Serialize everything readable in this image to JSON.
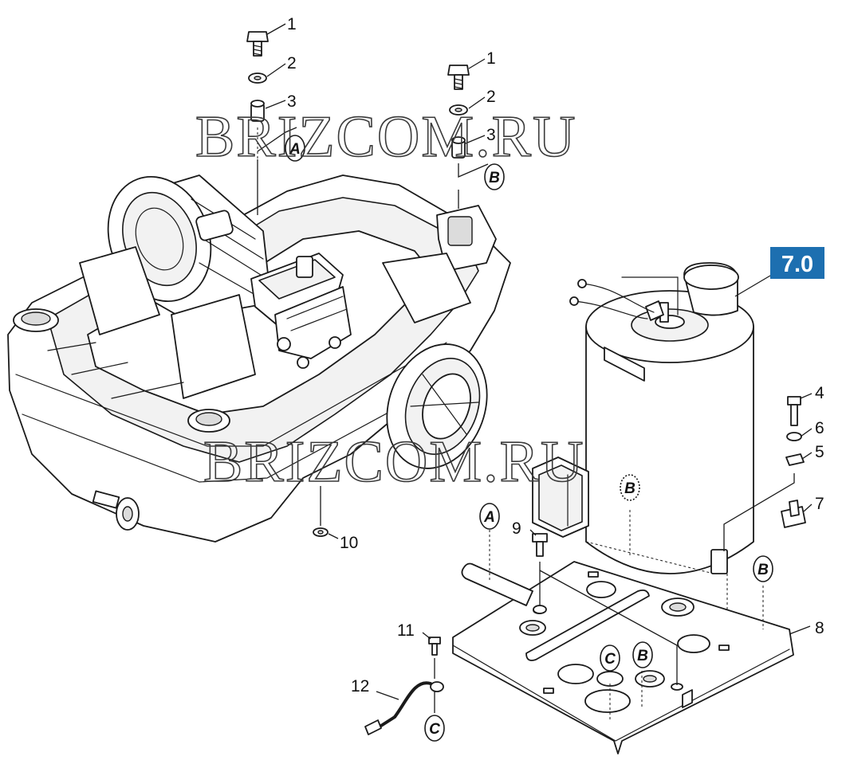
{
  "watermark": "BRIZCOM.RU",
  "section_badge": "7.0",
  "colors": {
    "badge": "#1d6fb0",
    "ink": "#1a1a1a"
  },
  "part_numbers": {
    "p1a": "1",
    "p2a": "2",
    "p3a": "3",
    "p1b": "1",
    "p2b": "2",
    "p3b": "3",
    "p4": "4",
    "p6": "6",
    "p5": "5",
    "p7": "7",
    "p8": "8",
    "p9": "9",
    "p10": "10",
    "p11": "11",
    "p12": "12"
  },
  "reference_letters": {
    "ref_a_top": "A",
    "ref_b_top": "B",
    "ref_b_tank": "B",
    "ref_b_base": "B",
    "ref_b_side": "B",
    "ref_a_base": "A",
    "ref_c_base": "C",
    "ref_c_cable": "C"
  }
}
